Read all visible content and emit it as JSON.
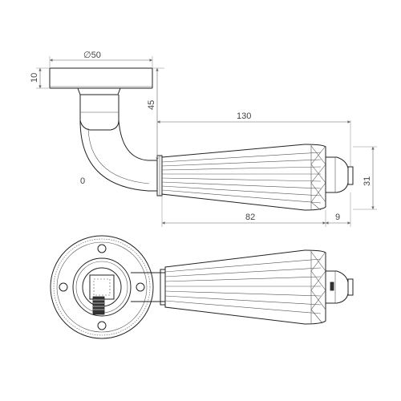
{
  "drawing": {
    "dimensions": {
      "rose_diameter": "∅50",
      "rose_thickness": "10",
      "height": "45",
      "projection": "130",
      "grip_diameter": "31",
      "grip_length": "82",
      "end_cap": "9",
      "zero_label": "0"
    }
  },
  "colors": {
    "line": "#222222",
    "dimension": "#666666",
    "background": "#ffffff"
  }
}
